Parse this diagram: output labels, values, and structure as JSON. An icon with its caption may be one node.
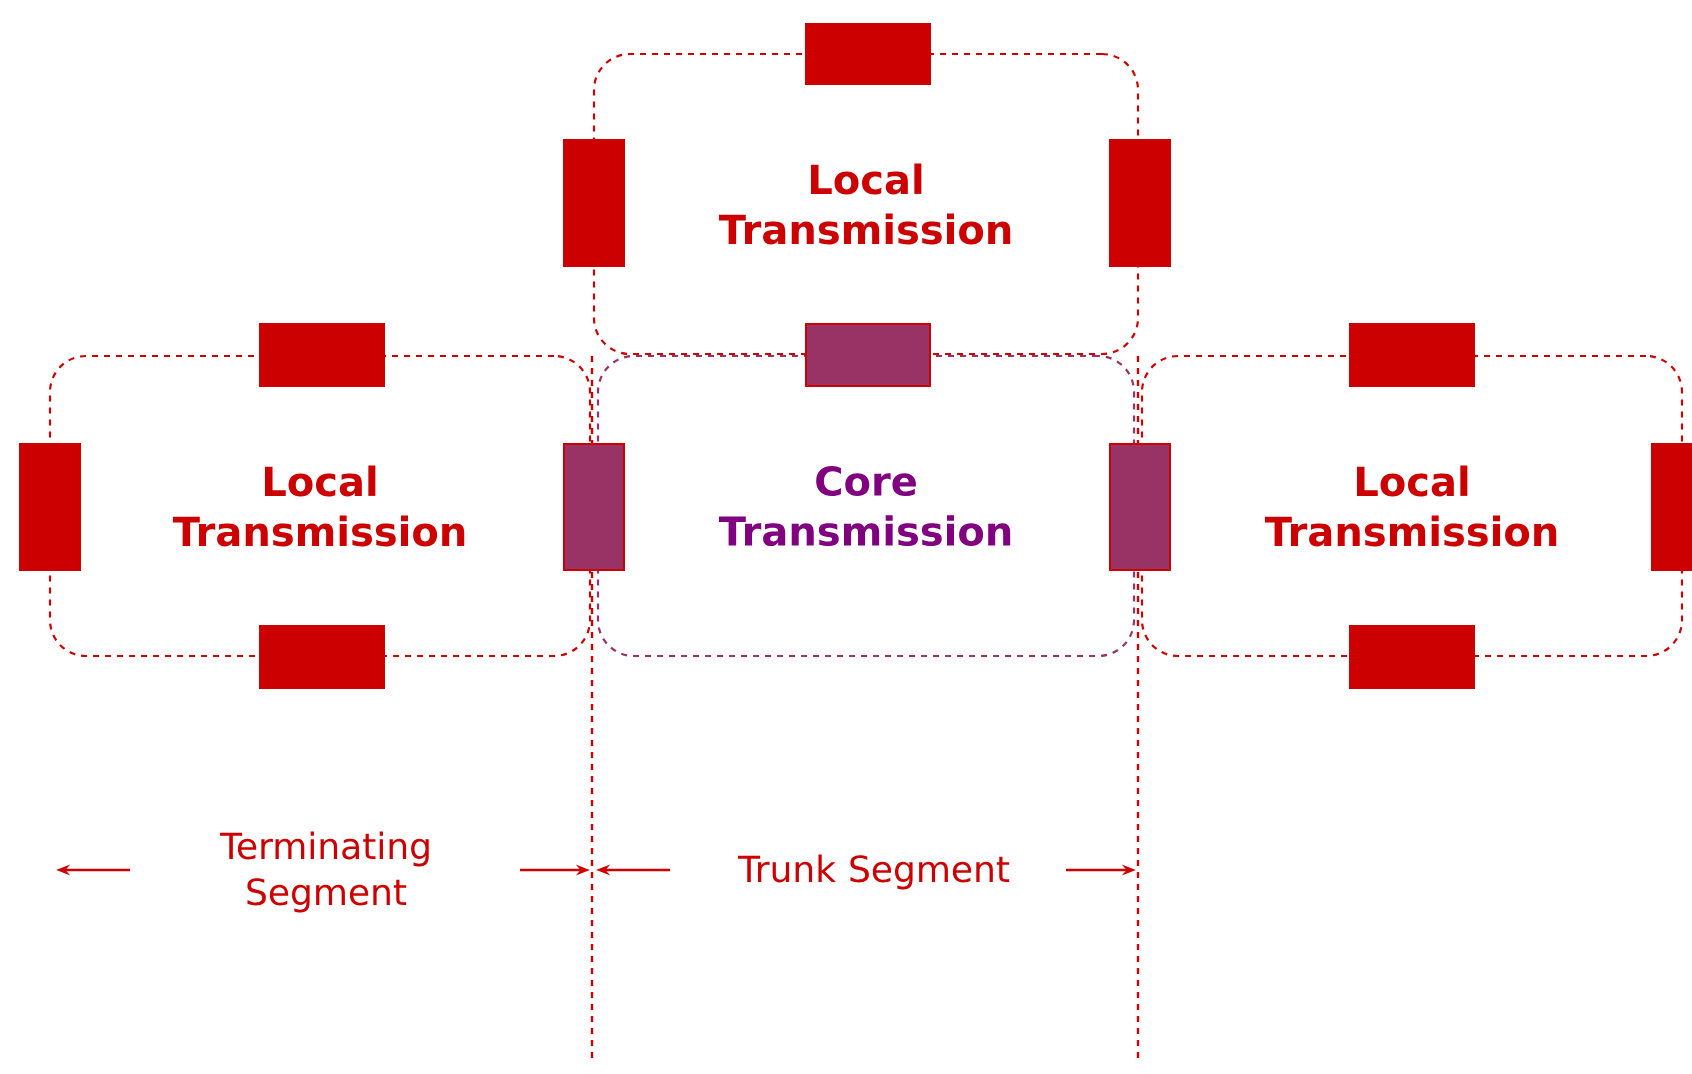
{
  "diagram": {
    "nodes": [
      {
        "text": [
          "Local Transmission"
        ]
      },
      {
        "text": [
          "Local Transmission"
        ]
      },
      {
        "text": [
          "Core Transmission"
        ]
      },
      {
        "text": [
          "Local Transmission"
        ]
      }
    ],
    "labels": [
      "Terminating Segment",
      "Trunk Segment"
    ]
  }
}
